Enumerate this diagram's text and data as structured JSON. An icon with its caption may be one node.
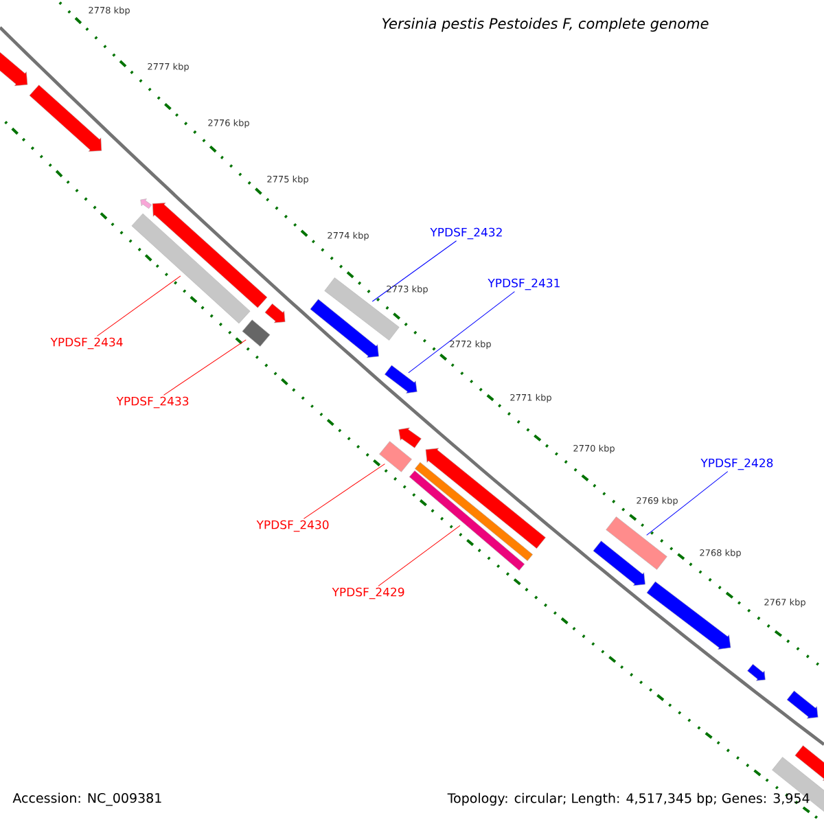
{
  "diagram": {
    "title": "Yersinia pestis Pestoides F, complete genome",
    "nodes": [
      {
        "text": [
          "YPDSF_2432"
        ]
      },
      {
        "text": [
          "YPDSF_2431"
        ]
      },
      {
        "text": [
          "YPDSF_2434"
        ]
      },
      {
        "text": [
          "YPDSF_2433"
        ]
      },
      {
        "text": [
          "YPDSF_2428"
        ]
      },
      {
        "text": [
          "YPDSF_2430"
        ]
      },
      {
        "text": [
          "YPDSF_2429"
        ]
      },
      {
        "text": [],
        "shape": "arrow"
      },
      {
        "text": [],
        "shape": "arrow"
      },
      {
        "text": [],
        "shape": "arrow"
      },
      {
        "text": [],
        "shape": "arrow"
      },
      {
        "text": [],
        "shape": "box"
      },
      {
        "text": [],
        "shape": "box"
      },
      {
        "text": [],
        "shape": "arrow"
      },
      {
        "text": [],
        "shape": "arrow"
      },
      {
        "text": [],
        "shape": "box"
      },
      {
        "text": [],
        "shape": "arrow"
      },
      {
        "text": [],
        "shape": "arrow"
      },
      {
        "text": [],
        "shape": "box"
      },
      {
        "text": [],
        "shape": "arrow"
      },
      {
        "text": [],
        "shape": "box"
      },
      {
        "text": [],
        "shape": "box"
      },
      {
        "text": [],
        "shape": "box"
      },
      {
        "text": [],
        "shape": "arrow"
      },
      {
        "text": [],
        "shape": "arrow"
      },
      {
        "text": [],
        "shape": "arrow"
      },
      {
        "text": [],
        "shape": "arrow"
      },
      {
        "text": [],
        "shape": "arrow"
      },
      {
        "text": [],
        "shape": "box"
      }
    ],
    "edges": [
      {
        "from": 0,
        "to": 15,
        "arrow": "none",
        "color": "#0000ff"
      },
      {
        "from": 1,
        "to": 16,
        "arrow": "none",
        "color": "#0000ff"
      },
      {
        "from": 2,
        "to": 11,
        "arrow": "none"
      },
      {
        "from": 3,
        "to": 12,
        "arrow": "none"
      },
      {
        "from": 4,
        "to": 22,
        "arrow": "none",
        "color": "#0000ff"
      },
      {
        "from": 5,
        "to": 18,
        "arrow": "none"
      },
      {
        "from": 6,
        "to": 20,
        "arrow": "none"
      }
    ],
    "labels": [
      "2778 kbp",
      "2777 kbp",
      "2776 kbp",
      "2775 kbp",
      "2774 kbp",
      "2773 kbp",
      "2772 kbp",
      "2771 kbp",
      "2770 kbp",
      "2769 kbp",
      "2768 kbp",
      "2767 kbp",
      "Accession: NC_009381",
      "Topology: circular; Length: 4,517,345 bp; Genes: 3,954"
    ]
  }
}
